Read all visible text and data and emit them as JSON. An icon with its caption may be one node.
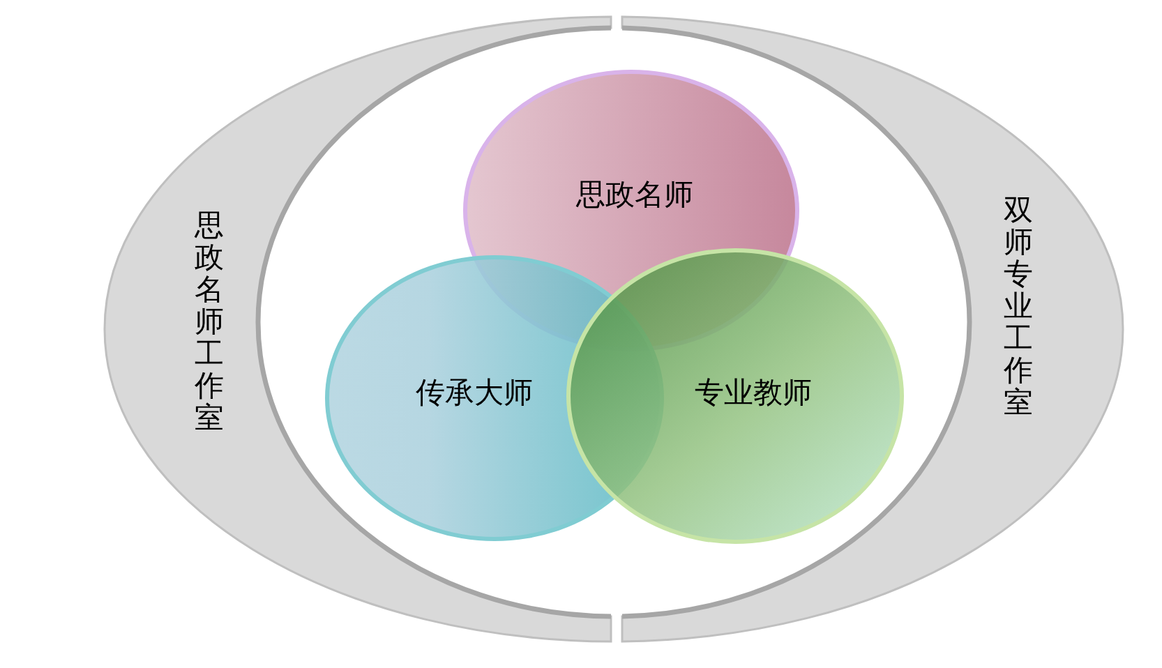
{
  "diagram": {
    "nodes": [
      {
        "text": [
          "思政名师工作室"
        ]
      },
      {
        "text": [
          "思政名师"
        ]
      },
      {
        "text": [
          "传承大师"
        ]
      },
      {
        "text": [
          "专业教师"
        ]
      },
      {
        "text": [
          "双师专业工作室"
        ]
      }
    ]
  }
}
